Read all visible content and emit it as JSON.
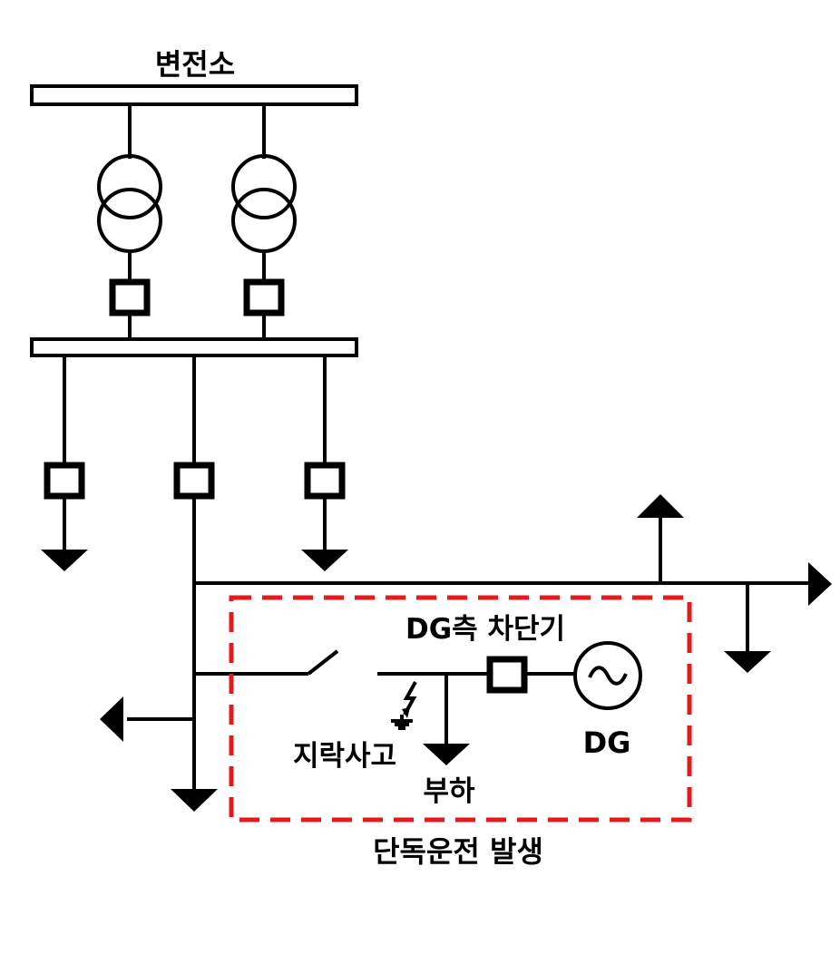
{
  "labels": {
    "substation": "변전소",
    "dg_breaker": "DG측 차단기",
    "ground_fault": "지락사고",
    "load": "부하",
    "dg": "DG",
    "islanding": "단독운전 발생"
  },
  "colors": {
    "line": "#000000",
    "island_boundary": "#e41a1c"
  },
  "icons": {
    "transformer": "transformer-icon",
    "breaker": "breaker-icon",
    "generator": "generator-icon",
    "fault": "lightning-icon",
    "ground": "ground-icon",
    "load": "load-arrow-icon",
    "switch": "open-switch-icon"
  }
}
